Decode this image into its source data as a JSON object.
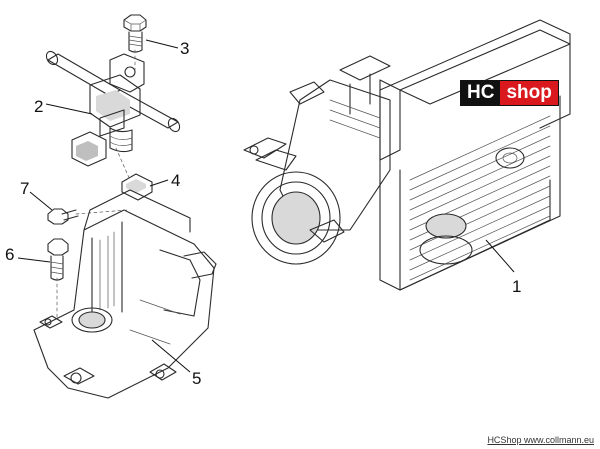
{
  "brand": {
    "hc": "HC",
    "shop": "shop",
    "hc_color": "#111111",
    "shop_color": "#d9191e"
  },
  "footer": {
    "text": "HCShop www.collmann.eu"
  },
  "callouts": [
    {
      "id": "c1",
      "label": "1"
    },
    {
      "id": "c2",
      "label": "2"
    },
    {
      "id": "c3",
      "label": "3"
    },
    {
      "id": "c4",
      "label": "4"
    },
    {
      "id": "c5",
      "label": "5"
    },
    {
      "id": "c6",
      "label": "6"
    },
    {
      "id": "c7",
      "label": "7"
    }
  ]
}
